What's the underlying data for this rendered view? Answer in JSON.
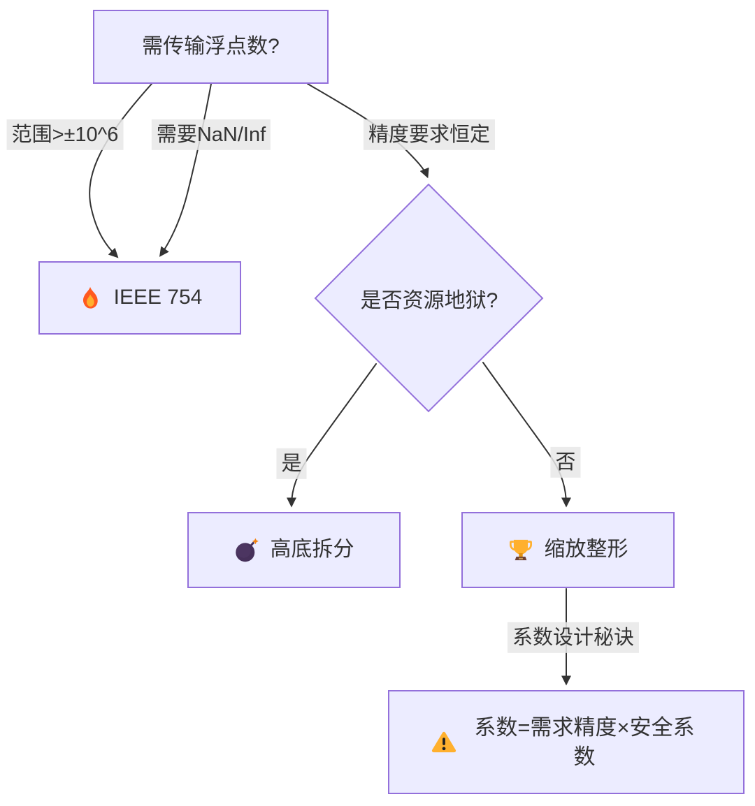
{
  "diagram": {
    "type": "flowchart-top-down",
    "colors": {
      "node_fill": "#ECECFF",
      "node_border": "#9370DB",
      "edge_stroke": "#333333",
      "edge_label_bg": "#e8e8e8",
      "text": "#333333",
      "flame_outer": "#FF5A1F",
      "flame_inner": "#FFB02E",
      "bomb_body": "#46305A",
      "spark_orange": "#F2820D",
      "trophy_gold": "#FFB02E",
      "trophy_base_brown": "#6D4033",
      "warning_amber": "#FFB02E"
    },
    "nodes": {
      "start": {
        "label": "需传输浮点数?",
        "shape": "rect"
      },
      "ieee": {
        "label": "IEEE 754",
        "icon": "fire-icon",
        "shape": "rect"
      },
      "decision": {
        "label": "是否资源地狱?",
        "shape": "diamond"
      },
      "split": {
        "label": "高底拆分",
        "icon": "bomb-icon",
        "shape": "rect"
      },
      "scale": {
        "label": "缩放整形",
        "icon": "trophy-icon",
        "shape": "rect"
      },
      "formula": {
        "label": "系数=需求精度×安全系数",
        "icon": "warning-icon",
        "shape": "rect"
      }
    },
    "edges": {
      "range": {
        "from": "start",
        "to": "ieee",
        "label": "范围>±10^6"
      },
      "nan": {
        "from": "start",
        "to": "ieee",
        "label": "需要NaN/Inf"
      },
      "precision": {
        "from": "start",
        "to": "decision",
        "label": "精度要求恒定"
      },
      "yes": {
        "from": "decision",
        "to": "split",
        "label": "是"
      },
      "no": {
        "from": "decision",
        "to": "scale",
        "label": "否"
      },
      "secret": {
        "from": "scale",
        "to": "formula",
        "label": "系数设计秘诀"
      }
    }
  }
}
